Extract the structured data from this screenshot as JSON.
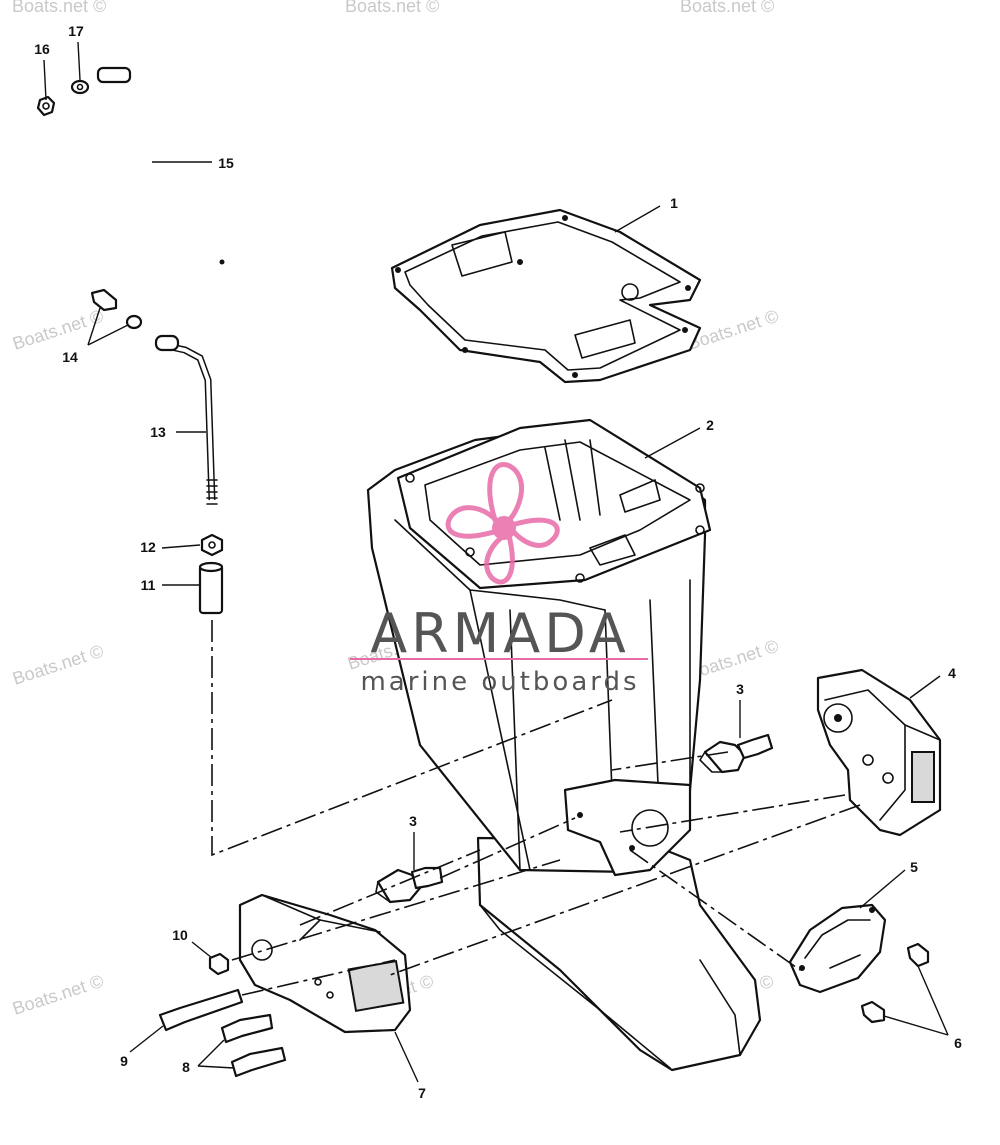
{
  "watermark": {
    "text": "Boats.net ©",
    "color": "#c9c9c9"
  },
  "logo": {
    "name": "ARMADA",
    "tagline": "marine outboards",
    "text_color": "#555555",
    "accent_color": "#e86aa8"
  },
  "callouts": {
    "c1": "1",
    "c2": "2",
    "c3a": "3",
    "c3b": "3",
    "c4": "4",
    "c5": "5",
    "c6": "6",
    "c7": "7",
    "c8": "8",
    "c9": "9",
    "c10": "10",
    "c11": "11",
    "c12": "12",
    "c13": "13",
    "c14": "14",
    "c15": "15",
    "c16": "16",
    "c17": "17"
  },
  "icons": [
    "propeller-logo-icon"
  ]
}
